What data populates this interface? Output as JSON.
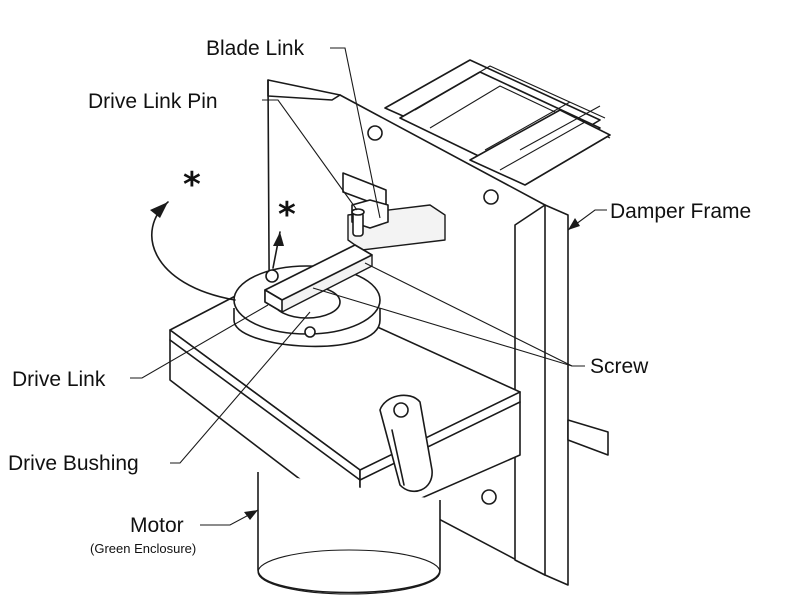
{
  "labels": {
    "blade_link": "Blade Link",
    "drive_link_pin": "Drive Link Pin",
    "damper_frame": "Damper Frame",
    "screw": "Screw",
    "drive_link": "Drive Link",
    "drive_bushing": "Drive Bushing",
    "motor": "Motor",
    "motor_note": "(Green Enclosure)",
    "asterisk": "*"
  }
}
